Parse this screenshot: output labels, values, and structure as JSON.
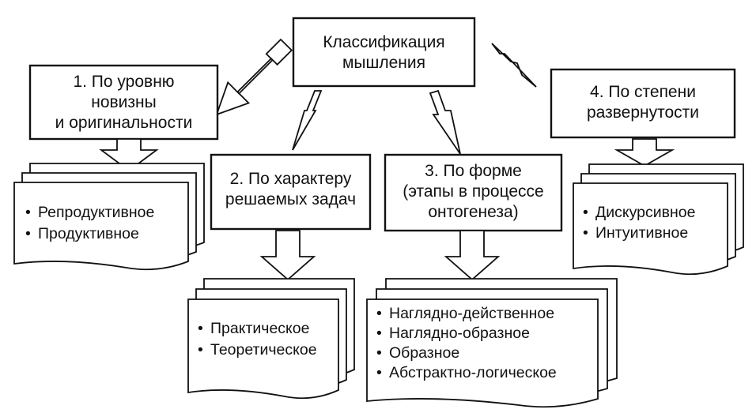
{
  "root": {
    "lines": [
      "Классификация",
      "мышления"
    ]
  },
  "categories": [
    {
      "lines": [
        "1. По уровню",
        "новизны",
        "и оригинальности"
      ],
      "items": [
        "Репродуктивное",
        "Продуктивное"
      ]
    },
    {
      "lines": [
        "2. По характеру",
        "решаемых задач"
      ],
      "items": [
        "Практическое",
        "Теоретическое"
      ]
    },
    {
      "lines": [
        "3. По форме",
        "(этапы в процессе",
        "онтогенеза)"
      ],
      "items": [
        "Наглядно-действенное",
        "Наглядно-образное",
        "Образное",
        "Абстрактно-логическое"
      ]
    },
    {
      "lines": [
        "4. По степени",
        "развернутости"
      ],
      "items": [
        "Дискурсивное",
        "Интуитивное"
      ]
    }
  ],
  "bullet": "•"
}
